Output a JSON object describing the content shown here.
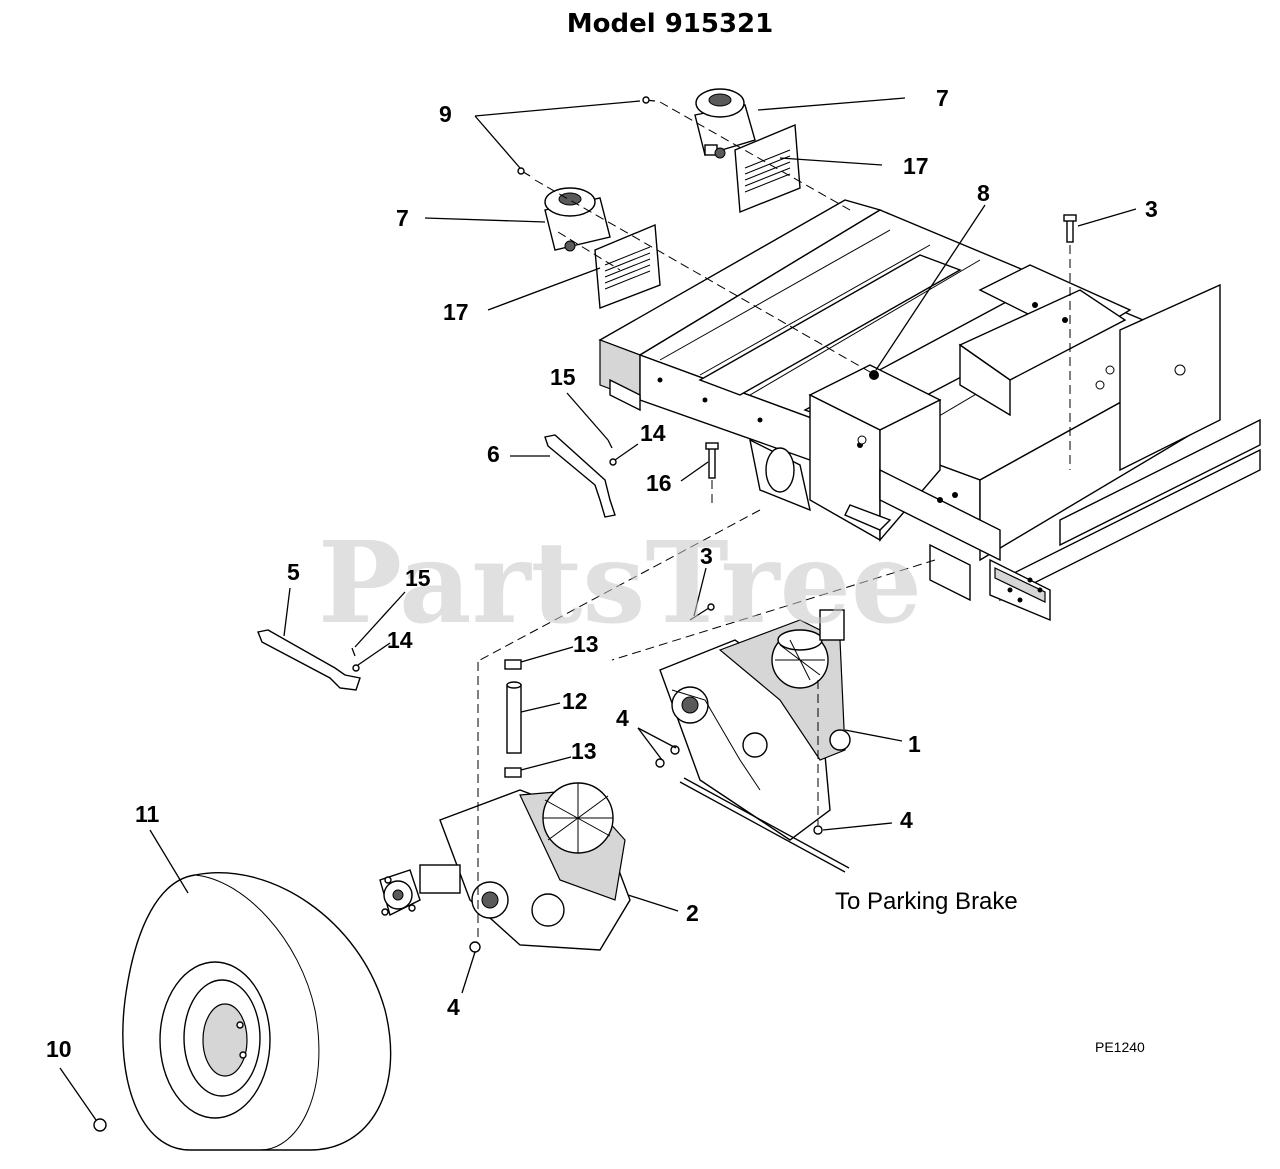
{
  "title": "Model 915321",
  "watermark": "PartsTree",
  "drawing_code": "PE1240",
  "note_parking_brake": "To Parking Brake",
  "callouts": {
    "c1": "1",
    "c2": "2",
    "c3a": "3",
    "c3b": "3",
    "c4a": "4",
    "c4b": "4",
    "c4c": "4",
    "c5": "5",
    "c6": "6",
    "c7a": "7",
    "c7b": "7",
    "c8": "8",
    "c9": "9",
    "c10": "10",
    "c11": "11",
    "c12": "12",
    "c13a": "13",
    "c13b": "13",
    "c14a": "14",
    "c14b": "14",
    "c15a": "15",
    "c15b": "15",
    "c16": "16",
    "c17a": "17",
    "c17b": "17"
  }
}
